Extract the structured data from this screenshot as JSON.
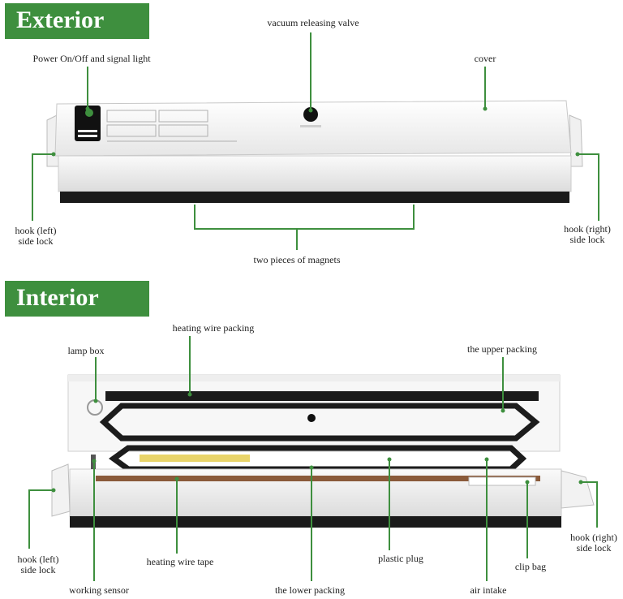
{
  "sections": {
    "exterior": "Exterior",
    "interior": "Interior"
  },
  "exterior_labels": {
    "vacuum_valve": "vacuum releasing valve",
    "power": "Power On/Off and signal light",
    "cover": "cover",
    "hook_left": "hook (left) side lock",
    "hook_right": "hook (right) side lock",
    "magnets": "two pieces of magnets"
  },
  "interior_labels": {
    "heating_wire_packing": "heating wire packing",
    "lamp_box": "lamp box",
    "upper_packing": "the upper packing",
    "hook_left": "hook (left) side lock",
    "hook_right": "hook (right) side lock",
    "heating_wire_tape": "heating wire tape",
    "plastic_plug": "plastic plug",
    "clip_bag": "clip bag",
    "working_sensor": "working sensor",
    "lower_packing": "the lower packing",
    "air_intake": "air intake"
  },
  "colors": {
    "accent": "#3e8f3e",
    "leader_line": "#3e8f3e",
    "device_body": "#f4f4f4",
    "device_base": "#1a1a1a",
    "gasket": "#1c1c1c",
    "heating_tape": "#8a5a3a"
  }
}
